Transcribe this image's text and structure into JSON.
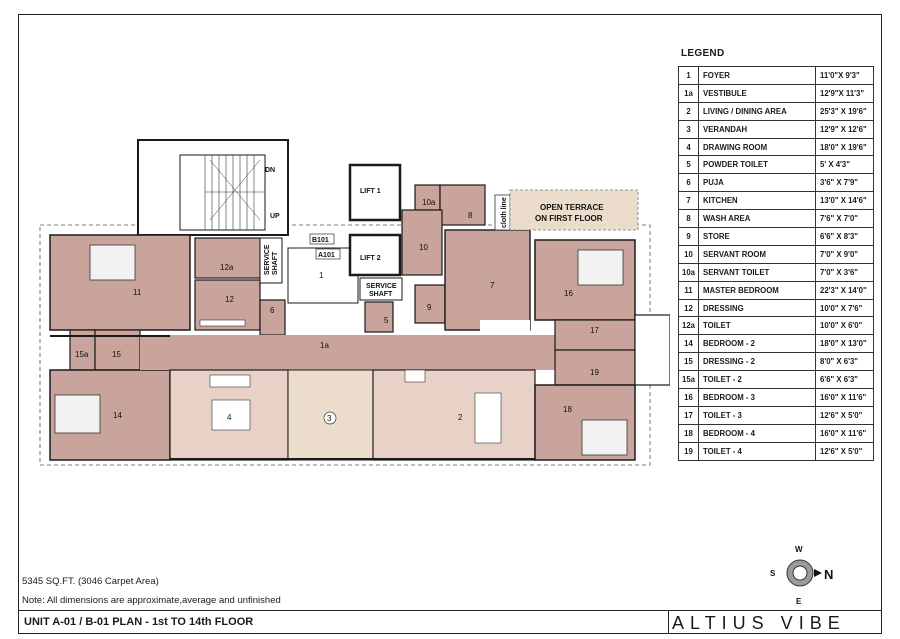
{
  "legend": {
    "title": "LEGEND",
    "rows": [
      {
        "num": "1",
        "name": "FOYER",
        "dim": "11'0\"X 9'3\""
      },
      {
        "num": "1a",
        "name": "VESTIBULE",
        "dim": "12'9\"X 11'3\""
      },
      {
        "num": "2",
        "name": "LIVING / DINING AREA",
        "dim": "25'3\" X 19'6\""
      },
      {
        "num": "3",
        "name": "VERANDAH",
        "dim": "12'9\" X 12'6\""
      },
      {
        "num": "4",
        "name": "DRAWING ROOM",
        "dim": "18'0\" X 19'6\""
      },
      {
        "num": "5",
        "name": "POWDER TOILET",
        "dim": "5' X 4'3\""
      },
      {
        "num": "6",
        "name": "PUJA",
        "dim": "3'6\" X 7'9\""
      },
      {
        "num": "7",
        "name": "KITCHEN",
        "dim": "13'0\" X 14'6\""
      },
      {
        "num": "8",
        "name": "WASH AREA",
        "dim": "7'6\" X 7'0\""
      },
      {
        "num": "9",
        "name": "STORE",
        "dim": "6'6\" X 8'3\""
      },
      {
        "num": "10",
        "name": "SERVANT ROOM",
        "dim": "7'0\" X 9'0\""
      },
      {
        "num": "10a",
        "name": "SERVANT TOILET",
        "dim": "7'0\" X 3'6\""
      },
      {
        "num": "11",
        "name": "MASTER BEDROOM",
        "dim": "22'3\" X 14'0\""
      },
      {
        "num": "12",
        "name": "DRESSING",
        "dim": "10'0\" X 7'6\""
      },
      {
        "num": "12a",
        "name": "TOILET",
        "dim": "10'0\" X 6'0\""
      },
      {
        "num": "14",
        "name": "BEDROOM - 2",
        "dim": "18'0\" X 13'0\""
      },
      {
        "num": "15",
        "name": "DRESSING - 2",
        "dim": "8'0\" X 6'3\""
      },
      {
        "num": "15a",
        "name": "TOILET - 2",
        "dim": "6'6\" X 6'3\""
      },
      {
        "num": "16",
        "name": "BEDROOM - 3",
        "dim": "16'0\" X 11'6\""
      },
      {
        "num": "17",
        "name": "TOILET - 3",
        "dim": "12'6\" X 5'0\""
      },
      {
        "num": "18",
        "name": "BEDROOM - 4",
        "dim": "16'0\" X 11'6\""
      },
      {
        "num": "19",
        "name": "TOILET - 4",
        "dim": "12'6\" X 5'0\""
      }
    ]
  },
  "plan": {
    "dn": "DN",
    "up": "UP",
    "lift1": "LIFT 1",
    "lift2": "LIFT 2",
    "service_shaft_1": "SERVICE",
    "service_shaft_2": "SHAFT",
    "b101": "B101",
    "a101": "A101",
    "terrace_1": "OPEN TERRACE",
    "terrace_2": "ON FIRST FLOOR",
    "cloth_line": "cloth line",
    "rooms": {
      "r1": "1",
      "r1a": "1a",
      "r2": "2",
      "r3": "3",
      "r4": "4",
      "r5": "5",
      "r6": "6",
      "r7": "7",
      "r8": "8",
      "r9": "9",
      "r10": "10",
      "r10a": "10a",
      "r11": "11",
      "r12": "12",
      "r12a": "12a",
      "r14": "14",
      "r15": "15",
      "r15a": "15a",
      "r16": "16",
      "r17": "17",
      "r18": "18",
      "r19": "19"
    }
  },
  "footer": {
    "area": "5345 SQ.FT. (3046 Carpet Area)",
    "note": "Note: All dimensions are approximate,average and unfinished",
    "plan_title": "UNIT A-01 / B-01 PLAN - 1st TO 14th FLOOR",
    "brand": "ALTIUS VIBE"
  },
  "compass": {
    "n": "N",
    "s": "S",
    "e": "E",
    "w": "W"
  },
  "colors": {
    "room_dark": "#c9a49c",
    "room_light": "#e8d2c8",
    "terrace": "#ecdccc",
    "wall": "#1a1a1a"
  }
}
